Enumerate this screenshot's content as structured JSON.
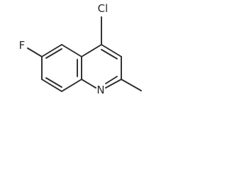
{
  "molecule": {
    "atoms": {
      "chlorine": "Cl",
      "fluorine": "F",
      "nitrogen": "N"
    },
    "colors": {
      "bond": "#2b2b2b",
      "label": "#2b2b2b",
      "background": "#ffffff"
    }
  }
}
